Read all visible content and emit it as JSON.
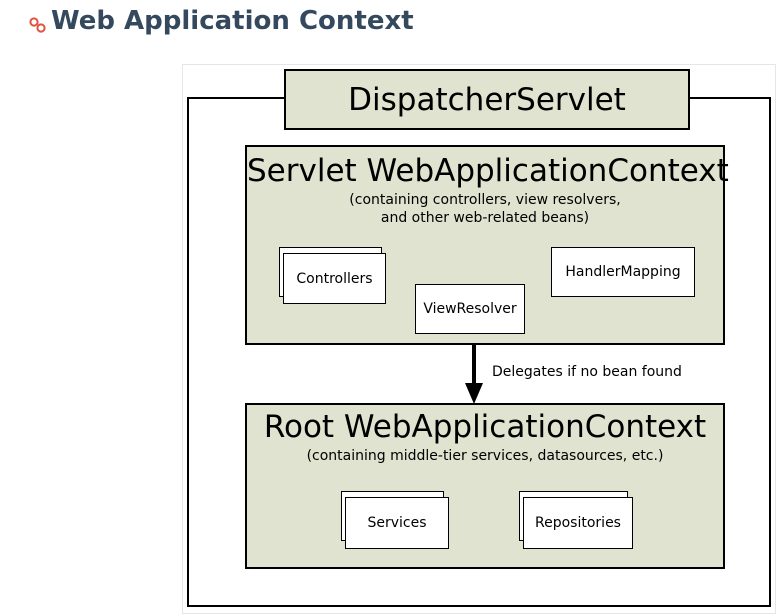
{
  "page": {
    "heading": "Web Application Context",
    "heading_icon": "link-icon",
    "heading_color": "#34495e",
    "icon_color": "#e0533e"
  },
  "diagram": {
    "fill_color": "#dfe3cf",
    "dispatcher": {
      "label": "DispatcherServlet"
    },
    "servlet_context": {
      "title": "Servlet WebApplicationContext",
      "subtitle_line1": "(containing controllers, view resolvers,",
      "subtitle_line2": "and other web-related beans)",
      "beans": {
        "controllers": "Controllers",
        "view_resolver": "ViewResolver",
        "handler_mapping": "HandlerMapping"
      }
    },
    "delegation": {
      "label": "Delegates if no bean found"
    },
    "root_context": {
      "title": "Root WebApplicationContext",
      "subtitle": "(containing middle-tier services, datasources, etc.)",
      "beans": {
        "services": "Services",
        "repositories": "Repositories"
      }
    }
  }
}
